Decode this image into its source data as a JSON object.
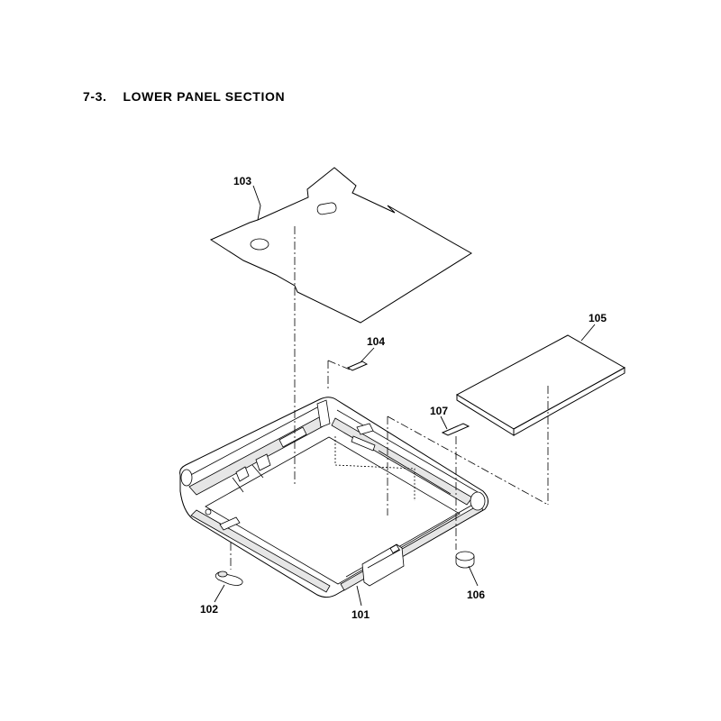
{
  "section": {
    "number": "7-3.",
    "title": "LOWER PANEL SECTION"
  },
  "parts": {
    "p101": "101",
    "p102": "102",
    "p103": "103",
    "p104": "104",
    "p105": "105",
    "p106": "106",
    "p107": "107"
  }
}
